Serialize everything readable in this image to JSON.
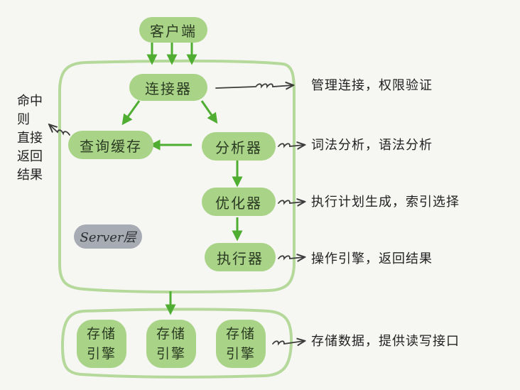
{
  "nodes": {
    "client": "客户端",
    "connector": "连接器",
    "cache": "查询缓存",
    "analyzer": "分析器",
    "optimizer": "优化器",
    "executor": "执行器"
  },
  "engines": [
    {
      "line1": "存储",
      "line2": "引擎"
    },
    {
      "line1": "存储",
      "line2": "引擎"
    },
    {
      "line1": "存储",
      "line2": "引擎"
    }
  ],
  "server_label": "Server层",
  "notes": {
    "connector": "管理连接，权限验证",
    "analyzer": "词法分析，语法分析",
    "optimizer": "执行计划生成，索引选择",
    "executor": "操作引擎，返回结果",
    "engines": "存储数据，提供读写接口"
  },
  "cache_hit_note": [
    "命中",
    "则",
    "直接",
    "返回",
    "结果"
  ],
  "colors": {
    "node_fill": "#a9d487",
    "border": "#b5d99a",
    "arrow": "#4fae32",
    "note_arrow": "#3c3c3c",
    "server_tag": "#a7abb4"
  }
}
